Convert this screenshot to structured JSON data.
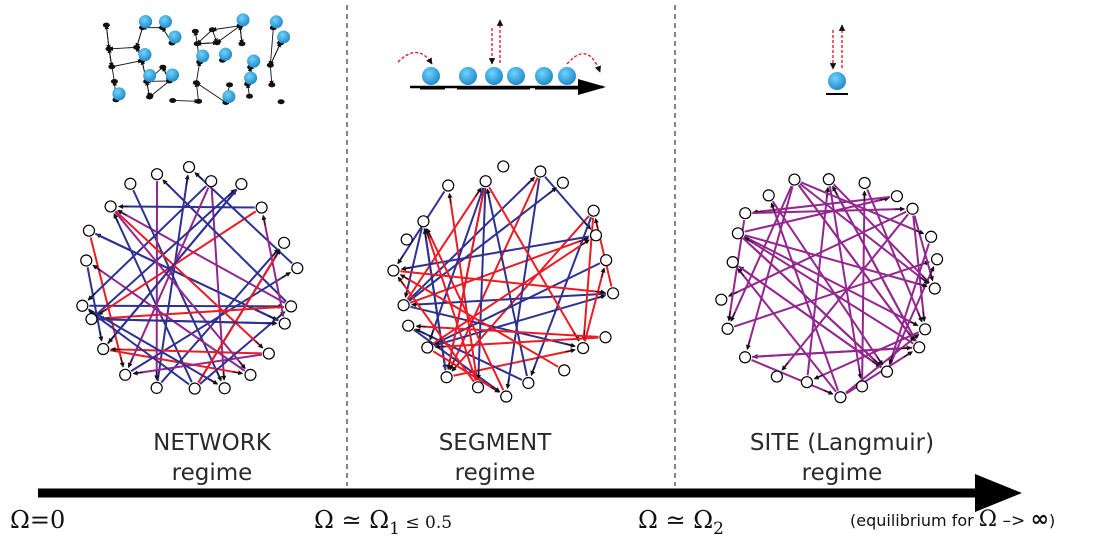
{
  "regimes": [
    {
      "name": "NETWORK",
      "word": "regime"
    },
    {
      "name": "SEGMENT",
      "word": "regime"
    },
    {
      "name": "SITE (Langmuir)",
      "word": "regime"
    }
  ],
  "axis": {
    "label_start": "Ω=0",
    "label_mid_symbol": "Ω ≃ Ω",
    "label_mid_sub": "1",
    "label_mid_rest": " ≤ 0.5",
    "label_right_symbol": "Ω ≃ Ω",
    "label_right_sub": "2",
    "note_prefix": "(equilibrium for ",
    "note_omega": "Ω",
    "note_arrow": " –> ",
    "note_infinity": "∞",
    "note_suffix": ")"
  },
  "colors": {
    "red": "#ec1c24",
    "blue": "#2e3192",
    "purple": "#93278f",
    "particle": "#29abe2",
    "axis": "#000000"
  }
}
